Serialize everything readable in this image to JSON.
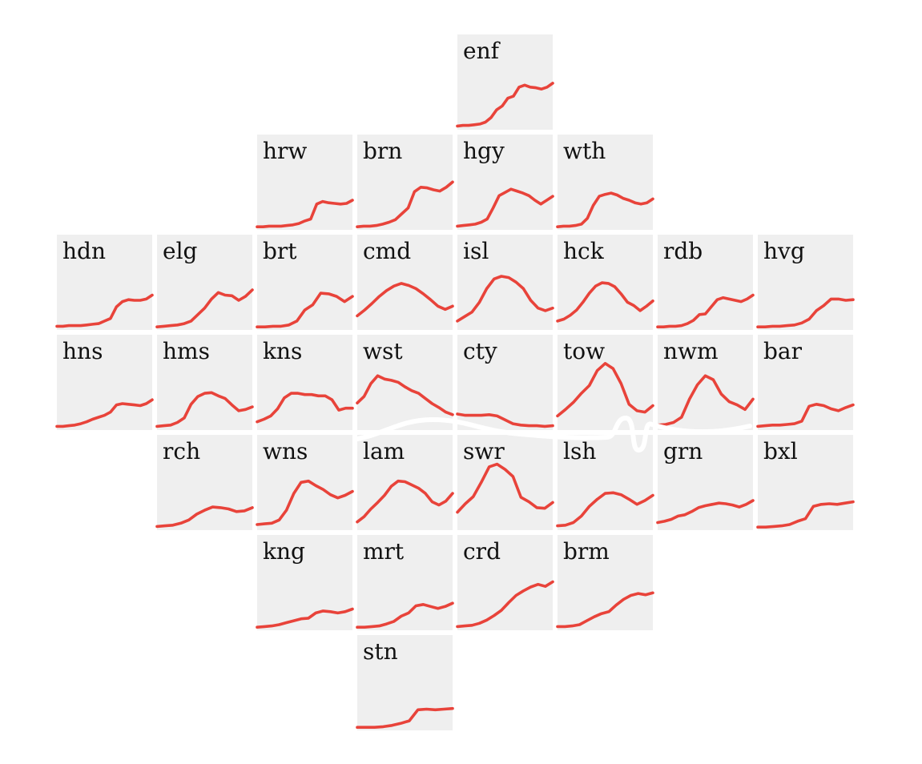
{
  "chart_data": {
    "type": "line",
    "layout": "london-borough-tile-grid",
    "line_color": "#e8433a",
    "tile_color": "#efefef",
    "river_color": "#ffffff",
    "title": "",
    "xlabel": "",
    "ylabel": "",
    "ylim": [
      0,
      1
    ],
    "tiles": [
      {
        "label": "enf",
        "row": 0,
        "col": 4,
        "values": [
          0.02,
          0.03,
          0.03,
          0.04,
          0.05,
          0.08,
          0.15,
          0.27,
          0.33,
          0.45,
          0.48,
          0.62,
          0.65,
          0.62,
          0.61,
          0.59,
          0.62,
          0.68
        ]
      },
      {
        "label": "hrw",
        "row": 1,
        "col": 2,
        "values": [
          0.01,
          0.01,
          0.02,
          0.02,
          0.02,
          0.03,
          0.04,
          0.06,
          0.1,
          0.13,
          0.36,
          0.4,
          0.38,
          0.37,
          0.36,
          0.37,
          0.42
        ]
      },
      {
        "label": "brn",
        "row": 1,
        "col": 3,
        "values": [
          0.01,
          0.02,
          0.02,
          0.03,
          0.05,
          0.08,
          0.12,
          0.21,
          0.3,
          0.55,
          0.62,
          0.61,
          0.58,
          0.56,
          0.62,
          0.7
        ]
      },
      {
        "label": "hgy",
        "row": 1,
        "col": 4,
        "values": [
          0.02,
          0.03,
          0.04,
          0.05,
          0.08,
          0.13,
          0.3,
          0.49,
          0.54,
          0.59,
          0.56,
          0.53,
          0.49,
          0.42,
          0.36,
          0.42,
          0.48
        ]
      },
      {
        "label": "wth",
        "row": 1,
        "col": 5,
        "values": [
          0.01,
          0.02,
          0.02,
          0.03,
          0.05,
          0.14,
          0.34,
          0.48,
          0.51,
          0.53,
          0.5,
          0.45,
          0.42,
          0.38,
          0.36,
          0.38,
          0.44
        ]
      },
      {
        "label": "hdn",
        "row": 2,
        "col": 0,
        "values": [
          0.02,
          0.02,
          0.03,
          0.03,
          0.03,
          0.04,
          0.05,
          0.06,
          0.1,
          0.14,
          0.32,
          0.4,
          0.43,
          0.42,
          0.42,
          0.44,
          0.5
        ]
      },
      {
        "label": "elg",
        "row": 2,
        "col": 1,
        "values": [
          0.01,
          0.02,
          0.03,
          0.04,
          0.06,
          0.1,
          0.2,
          0.3,
          0.44,
          0.54,
          0.5,
          0.49,
          0.42,
          0.48,
          0.58
        ]
      },
      {
        "label": "brt",
        "row": 2,
        "col": 2,
        "values": [
          0.01,
          0.01,
          0.02,
          0.02,
          0.04,
          0.1,
          0.27,
          0.35,
          0.53,
          0.52,
          0.48,
          0.4,
          0.48
        ]
      },
      {
        "label": "cmd",
        "row": 2,
        "col": 3,
        "values": [
          0.18,
          0.27,
          0.37,
          0.48,
          0.57,
          0.64,
          0.68,
          0.65,
          0.6,
          0.52,
          0.43,
          0.33,
          0.28,
          0.33
        ]
      },
      {
        "label": "isl",
        "row": 2,
        "col": 4,
        "values": [
          0.1,
          0.17,
          0.24,
          0.39,
          0.6,
          0.75,
          0.79,
          0.77,
          0.7,
          0.6,
          0.42,
          0.3,
          0.26,
          0.3
        ]
      },
      {
        "label": "hck",
        "row": 2,
        "col": 5,
        "values": [
          0.1,
          0.13,
          0.19,
          0.27,
          0.39,
          0.53,
          0.64,
          0.69,
          0.68,
          0.63,
          0.52,
          0.39,
          0.34,
          0.26,
          0.33,
          0.41
        ]
      },
      {
        "label": "rdb",
        "row": 2,
        "col": 6,
        "values": [
          0.01,
          0.01,
          0.02,
          0.02,
          0.03,
          0.06,
          0.11,
          0.2,
          0.21,
          0.32,
          0.43,
          0.46,
          0.44,
          0.42,
          0.4,
          0.44,
          0.5
        ]
      },
      {
        "label": "hvg",
        "row": 2,
        "col": 7,
        "values": [
          0.01,
          0.01,
          0.02,
          0.02,
          0.03,
          0.04,
          0.07,
          0.13,
          0.26,
          0.34,
          0.44,
          0.44,
          0.42,
          0.43
        ]
      },
      {
        "label": "hns",
        "row": 3,
        "col": 0,
        "values": [
          0.02,
          0.02,
          0.03,
          0.04,
          0.06,
          0.09,
          0.13,
          0.16,
          0.19,
          0.24,
          0.35,
          0.37,
          0.36,
          0.35,
          0.34,
          0.37,
          0.43
        ]
      },
      {
        "label": "hms",
        "row": 3,
        "col": 1,
        "values": [
          0.02,
          0.03,
          0.04,
          0.08,
          0.15,
          0.36,
          0.48,
          0.53,
          0.54,
          0.49,
          0.45,
          0.35,
          0.26,
          0.28,
          0.32
        ]
      },
      {
        "label": "kns",
        "row": 3,
        "col": 2,
        "values": [
          0.09,
          0.13,
          0.18,
          0.29,
          0.46,
          0.53,
          0.53,
          0.51,
          0.51,
          0.49,
          0.49,
          0.43,
          0.27,
          0.3,
          0.3
        ]
      },
      {
        "label": "wst",
        "row": 3,
        "col": 3,
        "values": [
          0.38,
          0.48,
          0.68,
          0.8,
          0.75,
          0.73,
          0.7,
          0.63,
          0.57,
          0.53,
          0.45,
          0.37,
          0.31,
          0.24,
          0.2
        ]
      },
      {
        "label": "cty",
        "row": 3,
        "col": 4,
        "values": [
          0.21,
          0.19,
          0.19,
          0.19,
          0.2,
          0.18,
          0.12,
          0.06,
          0.04,
          0.03,
          0.03,
          0.02,
          0.03
        ]
      },
      {
        "label": "tow",
        "row": 3,
        "col": 5,
        "values": [
          0.18,
          0.28,
          0.39,
          0.53,
          0.65,
          0.88,
          0.99,
          0.91,
          0.68,
          0.36,
          0.26,
          0.24,
          0.34
        ]
      },
      {
        "label": "nwm",
        "row": 3,
        "col": 6,
        "values": [
          0.04,
          0.05,
          0.08,
          0.16,
          0.44,
          0.66,
          0.8,
          0.74,
          0.52,
          0.4,
          0.35,
          0.28,
          0.44
        ]
      },
      {
        "label": "bar",
        "row": 3,
        "col": 7,
        "values": [
          0.02,
          0.03,
          0.04,
          0.04,
          0.05,
          0.06,
          0.1,
          0.33,
          0.36,
          0.34,
          0.29,
          0.26,
          0.31,
          0.35
        ]
      },
      {
        "label": "rch",
        "row": 4,
        "col": 1,
        "values": [
          0.02,
          0.03,
          0.04,
          0.07,
          0.12,
          0.21,
          0.27,
          0.32,
          0.31,
          0.29,
          0.25,
          0.26,
          0.31
        ]
      },
      {
        "label": "wns",
        "row": 4,
        "col": 2,
        "values": [
          0.05,
          0.06,
          0.07,
          0.12,
          0.27,
          0.53,
          0.7,
          0.72,
          0.65,
          0.59,
          0.51,
          0.46,
          0.5,
          0.56
        ]
      },
      {
        "label": "lam",
        "row": 4,
        "col": 3,
        "values": [
          0.09,
          0.17,
          0.29,
          0.39,
          0.5,
          0.64,
          0.72,
          0.71,
          0.66,
          0.61,
          0.53,
          0.4,
          0.35,
          0.41,
          0.53
        ]
      },
      {
        "label": "swr",
        "row": 4,
        "col": 4,
        "values": [
          0.24,
          0.37,
          0.48,
          0.7,
          0.94,
          0.98,
          0.9,
          0.79,
          0.47,
          0.4,
          0.31,
          0.3,
          0.39
        ]
      },
      {
        "label": "lsh",
        "row": 4,
        "col": 5,
        "values": [
          0.03,
          0.04,
          0.08,
          0.18,
          0.33,
          0.44,
          0.53,
          0.54,
          0.51,
          0.44,
          0.36,
          0.42,
          0.5
        ]
      },
      {
        "label": "grn",
        "row": 4,
        "col": 6,
        "values": [
          0.08,
          0.1,
          0.13,
          0.18,
          0.2,
          0.25,
          0.31,
          0.34,
          0.36,
          0.38,
          0.37,
          0.35,
          0.32,
          0.36,
          0.42
        ]
      },
      {
        "label": "bxl",
        "row": 4,
        "col": 7,
        "values": [
          0.01,
          0.01,
          0.02,
          0.03,
          0.05,
          0.1,
          0.14,
          0.33,
          0.36,
          0.37,
          0.36,
          0.38,
          0.4
        ]
      },
      {
        "label": "kng",
        "row": 5,
        "col": 2,
        "values": [
          0.01,
          0.02,
          0.03,
          0.05,
          0.08,
          0.11,
          0.14,
          0.15,
          0.23,
          0.26,
          0.25,
          0.23,
          0.25,
          0.29
        ]
      },
      {
        "label": "mrt",
        "row": 5,
        "col": 3,
        "values": [
          0.01,
          0.01,
          0.02,
          0.03,
          0.06,
          0.1,
          0.18,
          0.23,
          0.34,
          0.36,
          0.33,
          0.3,
          0.33,
          0.38
        ]
      },
      {
        "label": "crd",
        "row": 5,
        "col": 4,
        "values": [
          0.02,
          0.03,
          0.04,
          0.07,
          0.12,
          0.19,
          0.27,
          0.39,
          0.5,
          0.57,
          0.63,
          0.67,
          0.64,
          0.71
        ]
      },
      {
        "label": "brm",
        "row": 5,
        "col": 5,
        "values": [
          0.02,
          0.02,
          0.03,
          0.05,
          0.11,
          0.17,
          0.22,
          0.25,
          0.35,
          0.44,
          0.5,
          0.53,
          0.51,
          0.54
        ]
      },
      {
        "label": "stn",
        "row": 6,
        "col": 3,
        "values": [
          0.01,
          0.01,
          0.01,
          0.02,
          0.04,
          0.07,
          0.11,
          0.28,
          0.29,
          0.28,
          0.29,
          0.3
        ]
      }
    ]
  }
}
